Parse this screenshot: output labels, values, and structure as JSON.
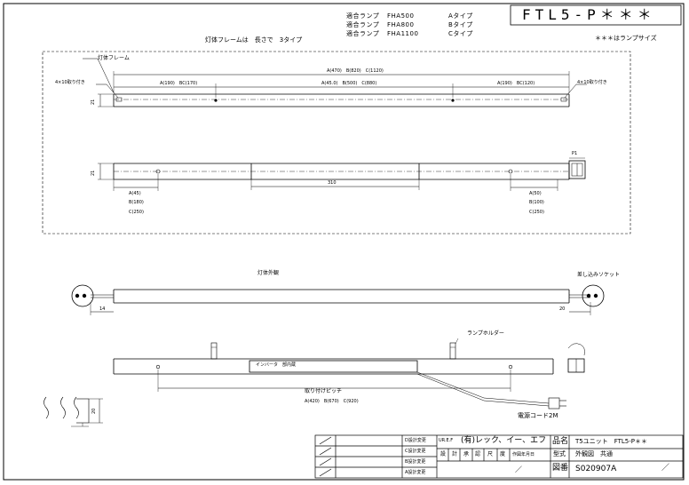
{
  "title_block": {
    "product_code": "FTL5-P＊＊＊",
    "lamp_note": "＊＊＊はランプサイズ",
    "lamp_types": [
      {
        "label": "適合ランプ",
        "model": "FHA500",
        "type": "Aタイプ"
      },
      {
        "label": "適合ランプ",
        "model": "FHA800",
        "type": "Bタイプ"
      },
      {
        "label": "適合ランプ",
        "model": "FHA1100",
        "type": "Cタイプ"
      }
    ]
  },
  "frame_view": {
    "section_note": "灯体フレームは　長さで　3タイプ",
    "frame_label": "灯体フレーム",
    "hole_left": "4×10取り付き",
    "hole_right": "4×10取り付き",
    "overall_dim": "A(470)　B(820)　C(1120)",
    "left_dim": "A(190)　BC(170)",
    "mid_dim": "A(45.0)　B(500)　C(880)",
    "right_dim": "A(190)　BC(120)",
    "height_dim": "21",
    "height_dim2": "21",
    "inverter_width": "310",
    "end_dim_left": [
      "A(45)",
      "B(180)",
      "C(250)"
    ],
    "end_dim_right": [
      "A(50)",
      "B(100)",
      "C(250)"
    ],
    "end_cap_label": "P1"
  },
  "exterior_view": {
    "label": "灯体外観",
    "socket_label": "差し込みソケット",
    "dim_left": "14",
    "dim_right": "20",
    "holder_label": "ランプホルダー",
    "inverter_label": "インバータ　部内蔵",
    "pitch_label": "取り付けピッチ",
    "pitch_values": "A(420)　B(670)　C(920)",
    "cord_label": "電源コード2M",
    "detail_dim": "20"
  },
  "revision_block": {
    "rows": [
      "D設計変更",
      "C設計変更",
      "B設計変更",
      "A設計変更"
    ],
    "marks": [
      "",
      "",
      "",
      ""
    ]
  },
  "company_block": {
    "reg": "UR.E.F",
    "company": "(有)レック、イー、エフ",
    "roles": [
      "設",
      "計",
      "承",
      "認",
      "尺",
      "度",
      "作図年月日"
    ],
    "slash": "／"
  },
  "info_block": {
    "name_label": "品名",
    "name_value": "T5ユニット　FTL5-P＊＊",
    "type_label": "型式",
    "type_value": "外観図　共通",
    "drawing_label": "図番",
    "drawing_value": "S020907A",
    "drawing_slash": "／"
  }
}
